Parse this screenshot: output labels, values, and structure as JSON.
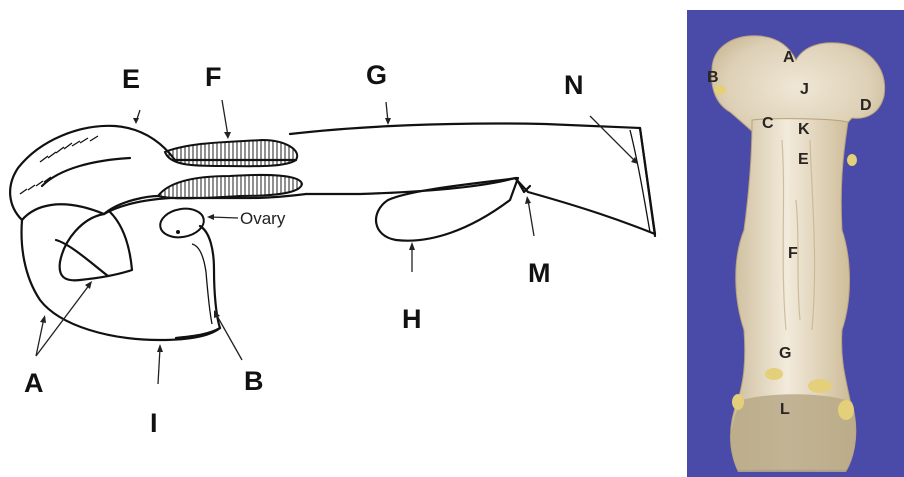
{
  "diagram": {
    "labels": {
      "A": "A",
      "B": "B",
      "E": "E",
      "F": "F",
      "G": "G",
      "H": "H",
      "I": "I",
      "M": "M",
      "N": "N",
      "ovary": "Ovary"
    }
  },
  "photo": {
    "background_color": "#4a4aa8",
    "labels": {
      "A": "A",
      "B": "B",
      "C": "C",
      "D": "D",
      "E": "E",
      "F": "F",
      "G": "G",
      "J": "J",
      "K": "K",
      "L": "L"
    }
  }
}
